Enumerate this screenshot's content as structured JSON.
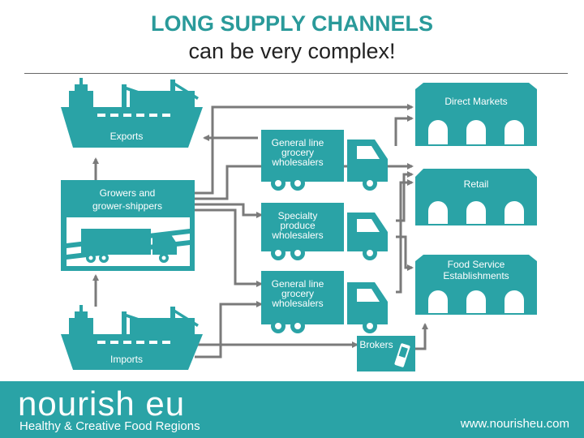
{
  "title": {
    "line1": "LONG SUPPLY CHANNELS",
    "line2": "can be very complex!"
  },
  "nodes": {
    "exports": "Exports",
    "growers": "Growers and\ngrower-shippers",
    "imports": "Imports",
    "wholesale1": "General line\ngrocery\nwholesalers",
    "specialty": "Specialty\nproduce\nwholesalers",
    "wholesale2": "General line\ngrocery\nwholesalers",
    "brokers": "Brokers",
    "direct_markets": "Direct Markets",
    "retail": "Retail",
    "food_service": "Food Service\nEstablishments"
  },
  "footer": {
    "brand": "nourish eu",
    "tagline": "Healthy & Creative Food Regions",
    "url": "www.nourisheu.com"
  },
  "colors": {
    "teal": "#2aa3a6",
    "title_teal": "#2a9a9a",
    "arrow": "#7a7a7a"
  }
}
